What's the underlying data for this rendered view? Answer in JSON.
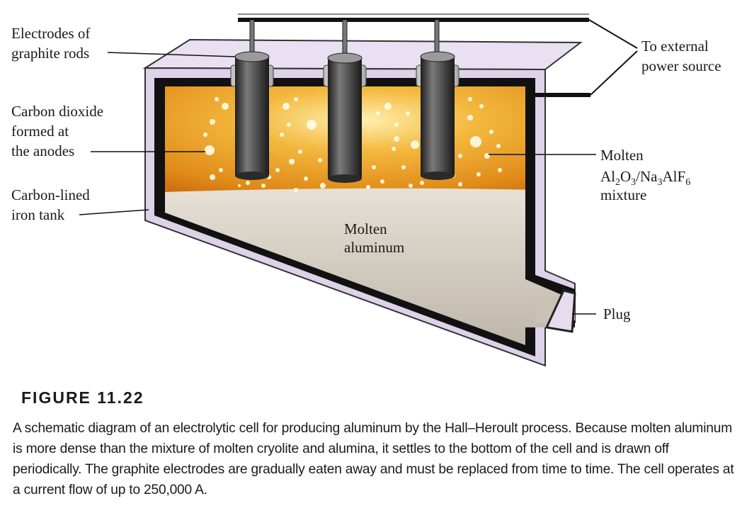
{
  "labels": {
    "electrodes_line1": "Electrodes of",
    "electrodes_line2": "graphite rods",
    "co2_line1": "Carbon dioxide",
    "co2_line2": "formed at",
    "co2_line3": "the anodes",
    "tank_line1": "Carbon-lined",
    "tank_line2": "iron tank",
    "power_line1": "To external",
    "power_line2": "power source",
    "mixture_line1": "Molten",
    "mixture_line2_part1": "Al",
    "mixture_line2_sub1": "2",
    "mixture_line2_part2": "O",
    "mixture_line2_sub2": "3",
    "mixture_line2_part3": "/Na",
    "mixture_line2_sub3": "3",
    "mixture_line2_part4": "AlF",
    "mixture_line2_sub4": "6",
    "mixture_line3": "mixture",
    "aluminum_line1": "Molten",
    "aluminum_line2": "aluminum",
    "plug": "Plug"
  },
  "figure": {
    "number": "FIGURE 11.22",
    "caption": "A schematic diagram of an electrolytic cell for producing aluminum by the Hall–Heroult process. Because molten aluminum is more dense than the mixture of molten cryolite and alumina, it settles to the bottom of the cell and is drawn off periodically. The graphite electrodes are gradually eaten away and must be replaced from time to time. The cell operates at a current flow of up to 250,000 A."
  },
  "colors": {
    "tank_outer": "#ddd2e8",
    "tank_lining": "#111111",
    "molten_mixture": "#e8941c",
    "molten_aluminum": "#d2cbc0",
    "electrode": "#4a4a4a",
    "bubble": "#fffbe6"
  }
}
